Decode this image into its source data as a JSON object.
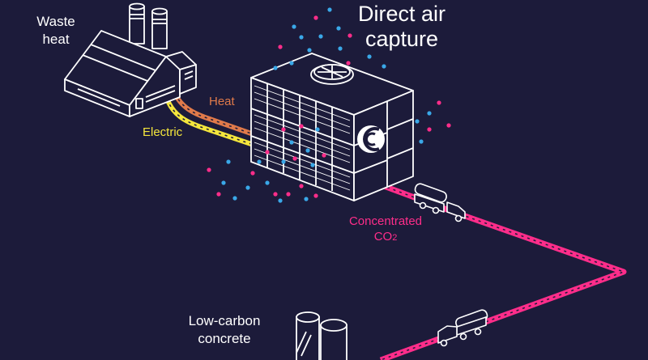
{
  "labels": {
    "title_line1": "Direct air",
    "title_line2": "capture",
    "waste_heat_line1": "Waste",
    "waste_heat_line2": "heat",
    "heat": "Heat",
    "electric": "Electric",
    "concentrated_line1": "Concentrated",
    "concentrated_line2": "CO",
    "concentrated_subscript": "2",
    "concrete_line1": "Low-carbon",
    "concrete_line2": "concrete"
  },
  "colors": {
    "background": "#1c1b3a",
    "line": "#ffffff",
    "heat": "#e07a4a",
    "electric": "#f4e63c",
    "co2_pipe": "#ff2d8a",
    "particle_blue": "#3aa8e8",
    "particle_pink": "#ff2d8a"
  },
  "icons": {
    "logo": "climeworks-c-logo",
    "factory": "factory-icon",
    "fan": "fan-icon",
    "truck": "tanker-truck-icon",
    "silo": "silo-icon"
  }
}
